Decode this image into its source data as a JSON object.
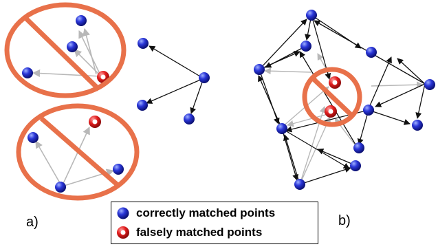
{
  "panels": {
    "a": {
      "label": "a)"
    },
    "b": {
      "label": "b)"
    }
  },
  "legend": {
    "correct_label": "correctly matched points",
    "false_label": "falsely matched  points"
  },
  "colors": {
    "correct_point": "#1a22c8",
    "false_point": "#e02020",
    "prohibition_mark": "#e8714a",
    "arrow_valid": "#111111",
    "arrow_rejected": "#b8b8b8"
  }
}
